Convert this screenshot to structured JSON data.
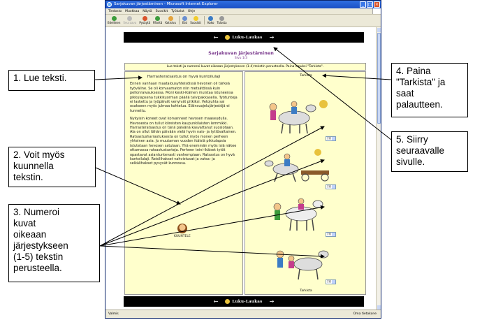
{
  "window": {
    "title": "Sarjakuvan järjestäminen - Microsoft Internet Explorer",
    "menu": [
      "Tiedosto",
      "Muokkaa",
      "Näytä",
      "Suosikit",
      "Työkalut",
      "Ohje"
    ],
    "toolbar": [
      "Edellinen",
      "Seuraava",
      "Pysäytä",
      "Päivitä",
      "Kotisivu",
      "Etsi",
      "Suosikit",
      "Koko",
      "Tulosta"
    ],
    "status_left": "Valmis",
    "status_right": "Oma tietokone"
  },
  "page": {
    "logo": "Luku-Laukas",
    "title": "Sarjakuvan järjestäminen",
    "subtitle": "Sivu 1/3",
    "instruction": "Lue teksti ja numeroi kuvat oikeaan järjestykseen (1-4) tekstin perusteella. Paina lopuksi \"Tarkista\".",
    "article_title": "Harrasteratsastus on hyvä kuntoilulaji",
    "paragraphs": [
      "Ennen vanhaan maatalousyhteisöissä hevonen oli tärkeä työväline. Se oli korvaamaton niin metsätöissä kuin pellonraivauksessa. Moni keski-ikäinen muistaa istuneensa pikkulapsena tukkikuorman päällä talvipakkasella. Työtunteja ei laskettu ja työpäivät venyivät pitkiksi. Vetojuhta sai osakseen myös julmaa kohtelua. Eläinsuojelujärjestöjä ei tunnettu.",
      "Nykyisin koneet ovat korvanneet hevosen maaseudulla. Hevosesta on tullut kiireisten kaupunkilaisten lemmikki. Harrasteratsastus on tänä päivänä kasvattanut suosiotaan. Ala on ollut tähän päivään vielä hyvin nais- ja tyttövaltainen. Ratsastusharrastuksesta on tullut myös monen perheen yhteinen asia. Jo muutaman vuoden ikäisiä pikkulapsia istutetaan hevosen satulaan. Yhä enemmän myös isiä näkee ottamassa ratsastustunteja. Perheen teini-ikäiset tytöt opastavat asiantuntevasti vanhempiaan. Ratsastus on hyvä kuntoilulaji. Reisilihakset vahvistuvat ja vatsa- ja selkälihakset pysyvät kunnossa."
    ],
    "listen_label": "KUUNTELE",
    "check_label": "Tarkista",
    "select_placeholder": "???"
  },
  "callouts": {
    "c1": "1. Lue teksti.",
    "c2": "2. Voit myös\nkuunnella\ntekstin.",
    "c3": "3. Numeroi\nkuvat\noikeaan\njärjestykseen\n(1-5) tekstin\nperusteella.",
    "c4": "4. Paina\n\"Tarkista\" ja\nsaat\npalautteen.",
    "c5": "5. Siirry\nseuraavalle\nsivulle."
  },
  "colors": {
    "title_purple": "#7b3b8e",
    "panel_yellow": "#ffffcc",
    "navbar": "#000000"
  },
  "icons": [
    "back-arrow-icon",
    "forward-arrow-icon",
    "speaker-icon"
  ]
}
